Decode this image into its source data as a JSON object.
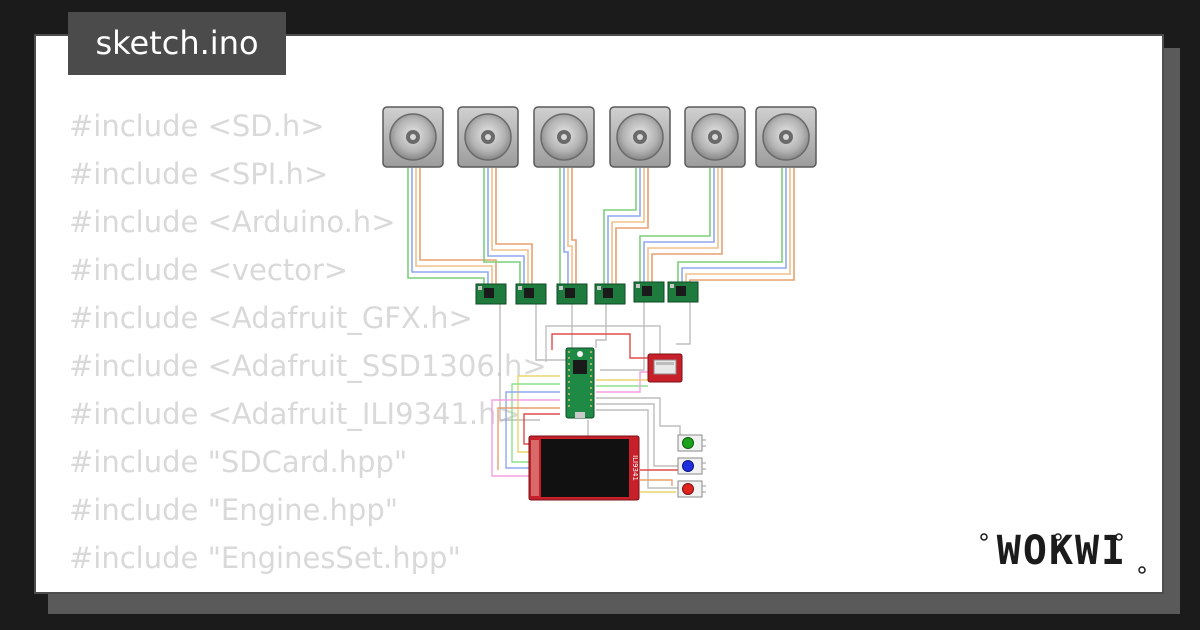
{
  "file_tab": {
    "label": "sketch.ino"
  },
  "code_lines": [
    "#include <SD.h>",
    "#include <SPI.h>",
    "#include <Arduino.h>",
    "#include <vector>",
    "#include <Adafruit_GFX.h>",
    "#include <Adafruit_SSD1306.h>",
    "#include <Adafruit_ILI9341.h>",
    "#include \"SDCard.hpp\"",
    "#include \"Engine.hpp\"",
    "#include \"EnginesSet.hpp\""
  ],
  "display": {
    "label": "ILI9341"
  },
  "buttons": [
    {
      "color": "#1aa31a"
    },
    {
      "color": "#1f2fe0"
    },
    {
      "color": "#e0231f"
    }
  ],
  "brand": {
    "name": "WOKWI"
  },
  "colors": {
    "background": "#1b1b1b",
    "card": "#ffffff",
    "tab": "#4b4b4b",
    "code_text": "#d9d9d9",
    "pcb_green": "#1f7a3e",
    "display_pcb": "#c8202a"
  }
}
